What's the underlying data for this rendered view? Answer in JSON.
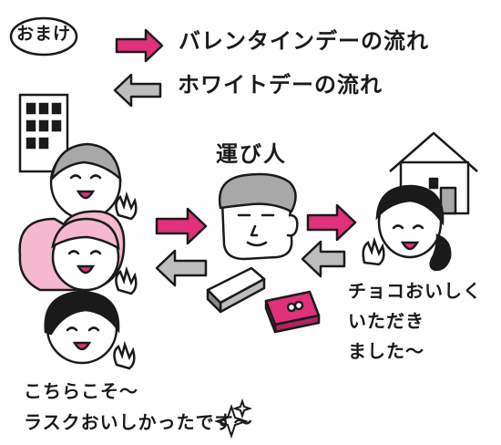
{
  "badge": {
    "text": "おまけ"
  },
  "legend": {
    "pink": {
      "label": "バレンタインデーの流れ",
      "color": "#e0317a"
    },
    "gray": {
      "label": "ホワイトデーの流れ",
      "color": "#a8a8a8"
    }
  },
  "carrier": {
    "label": "運び人"
  },
  "speech_right": {
    "lines": [
      "チョコおいしく",
      "いただき",
      "ました〜"
    ]
  },
  "speech_left": {
    "lines": [
      "こちらこそ〜",
      "ラスクおいしかったです〜"
    ]
  },
  "colors": {
    "ink": "#1a1a1a",
    "pink": "#e0317a",
    "light_pink": "#f4b8cf",
    "gray": "#a8a8a8",
    "dark_gray": "#8a8a8a"
  }
}
